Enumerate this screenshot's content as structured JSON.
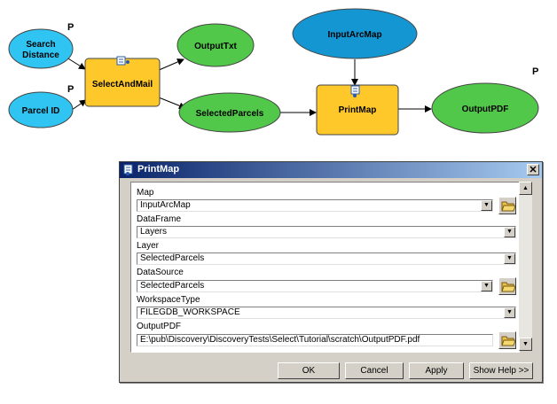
{
  "diagram": {
    "nodes": {
      "search_distance": [
        "Search",
        "Distance"
      ],
      "parcel_id": "Parcel ID",
      "select_and_mail": "SelectAndMail",
      "output_txt": "OutputTxt",
      "selected_parcels": "SelectedParcels",
      "input_arcmap": "InputArcMap",
      "print_map": "PrintMap",
      "output_pdf": "OutputPDF"
    },
    "parameter_marker": "P",
    "colors": {
      "input_blue": "#2fc4f2",
      "input_dark_blue": "#1496d2",
      "tool_yellow": "#ffc82a",
      "output_green": "#52c84a"
    }
  },
  "dialog": {
    "title": "PrintMap",
    "close_glyph": "✕",
    "fields": [
      {
        "label": "Map",
        "value": "InputArcMap"
      },
      {
        "label": "DataFrame",
        "value": "Layers"
      },
      {
        "label": "Layer",
        "value": "SelectedParcels"
      },
      {
        "label": "DataSource",
        "value": "SelectedParcels"
      },
      {
        "label": "WorkspaceType",
        "value": "FILEGDB_WORKSPACE"
      },
      {
        "label": "OutputPDF",
        "value": "E:\\pub\\Discovery\\DiscoveryTests\\Select\\Tutorial\\scratch\\OutputPDF.pdf"
      }
    ],
    "buttons": {
      "ok": "OK",
      "cancel": "Cancel",
      "apply": "Apply",
      "help": "Show Help >>"
    }
  }
}
